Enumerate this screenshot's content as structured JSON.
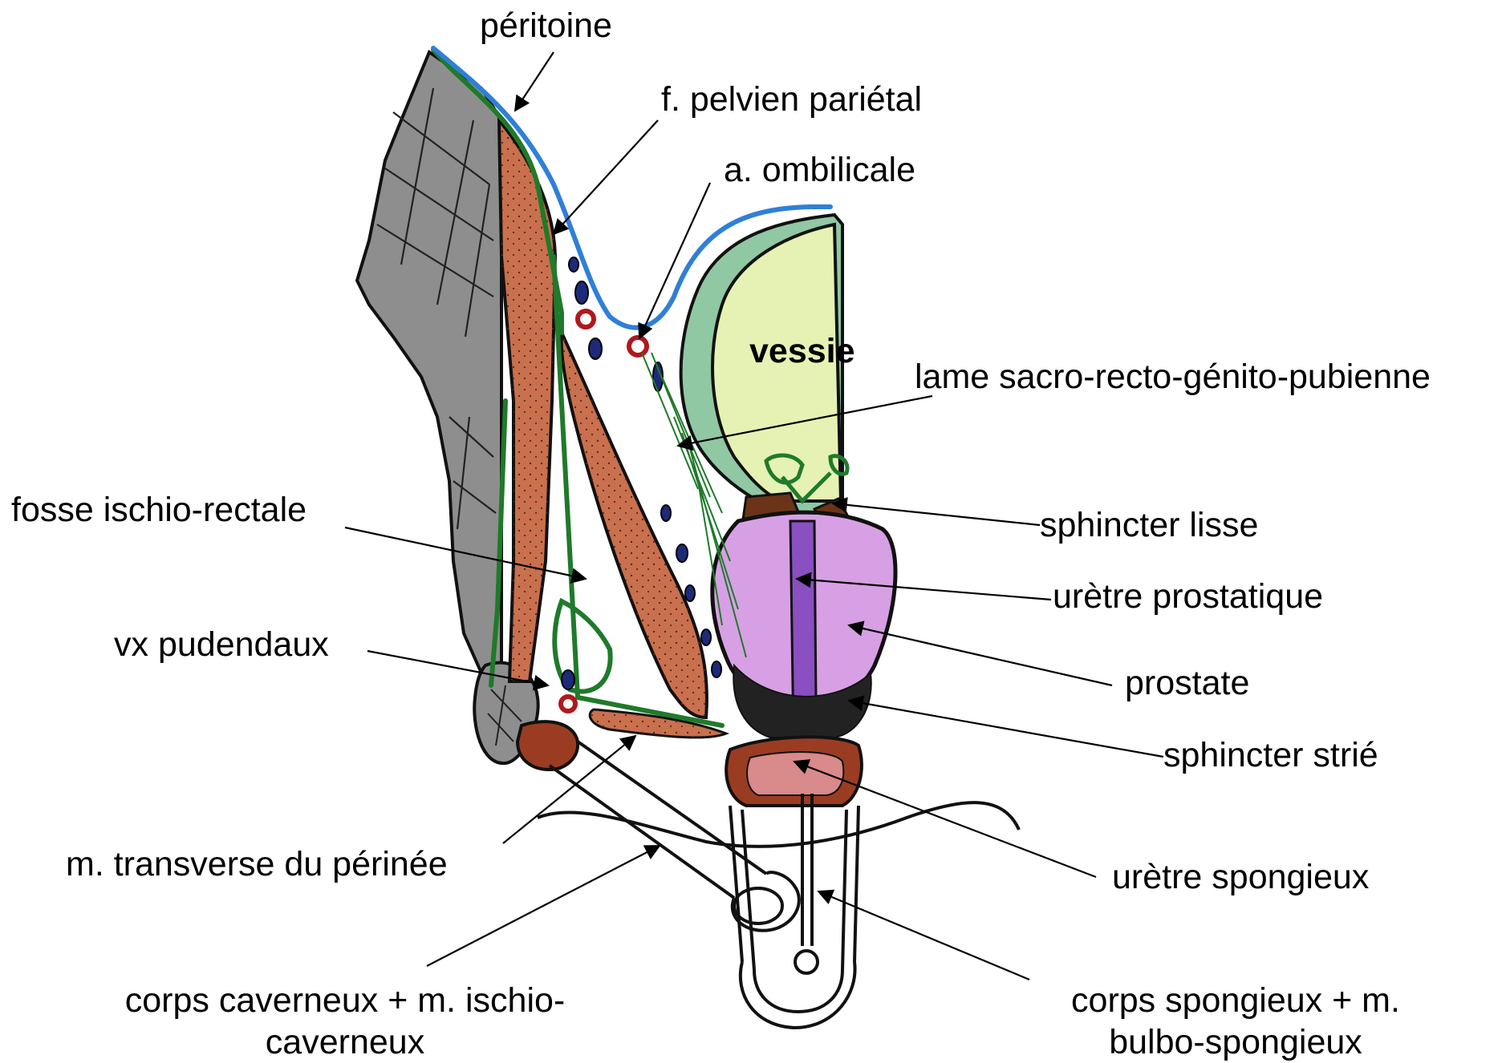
{
  "colors": {
    "peritoine": "#2f7fd9",
    "fascia": "#1f7a2a",
    "muscle": "#c9704e",
    "bone": "#8e8e8e",
    "bladder_wall": "#8fc8a3",
    "bladder_lumen": "#e5f2b3",
    "prostate": "#d7a0e4",
    "urethra": "#8a4fc0",
    "sphincter": "#6b3418",
    "sphincter_strie": "#222222",
    "vessel_blue": "#1d2a7a",
    "vessel_red": "#b0181d",
    "spongy": "#9a3c22"
  },
  "labels": {
    "peritoine": "péritoine",
    "f_pelvien": "f. pelvien pariétal",
    "a_ombilicale": "a. ombilicale",
    "vessie": "vessie",
    "lame": "lame sacro-recto-génito-pubienne",
    "fosse": "fosse ischio-rectale",
    "sphincter_lisse": "sphincter lisse",
    "uretre_prostatique": "urètre prostatique",
    "vx_pudendaux": "vx pudendaux",
    "prostate": "prostate",
    "sphincter_strie": "sphincter strié",
    "m_transverse": "m. transverse du périnée",
    "uretre_spongieux": "urètre spongieux",
    "corps_caverneux_1": "corps caverneux + m. ischio-",
    "corps_caverneux_2": "caverneux",
    "corps_spongieux_1": "corps spongieux + m.",
    "corps_spongieux_2": "bulbo-spongieux"
  }
}
